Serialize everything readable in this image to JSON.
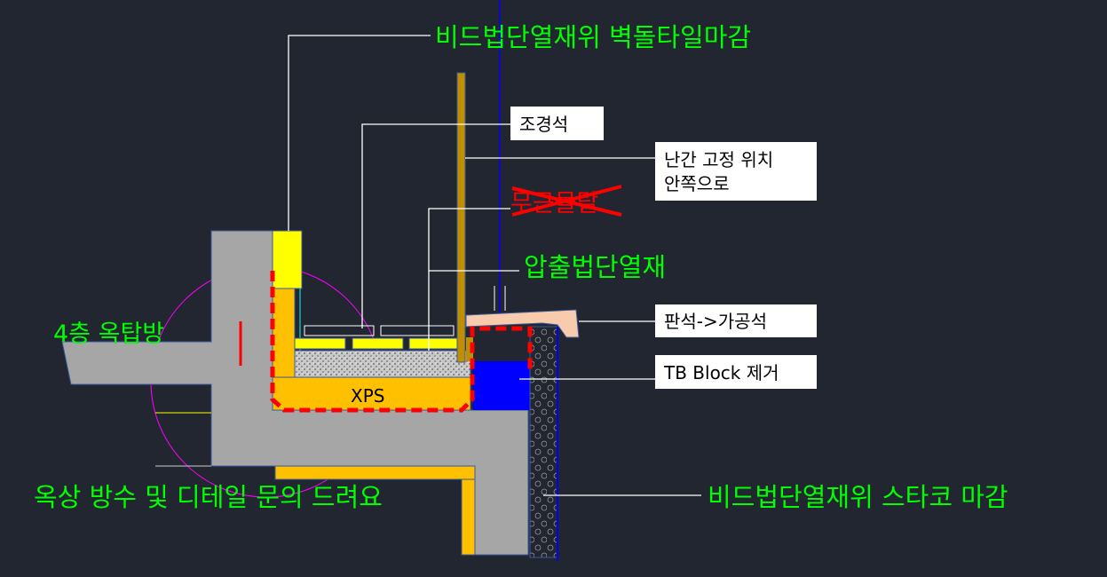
{
  "labels": {
    "top_wall_finish": "비드법단열재위 벽돌타일마감",
    "landscape_stone": "조경석",
    "railing_line1": "난간 고정 위치",
    "railing_line2": "안쪽으로",
    "mortar_struck": "무근몰탈",
    "xps_insulation": "압출법단열재",
    "floor_name": "4층 옥탑방",
    "stone_change": "판석->가공석",
    "tb_block": "TB Block 제거",
    "xps": "XPS",
    "question": "옥상 방수 및 디테일 문의 드려요",
    "stucco_finish": "비드법단열재위 스타코 마감"
  },
  "colors": {
    "background": "#212630",
    "annotation": "#00ff00",
    "concrete": "#a6a6a6",
    "insulation": "#ffc000",
    "markup": "#ff0000",
    "tb_block": "#0000ff",
    "stone": "#f8cbad"
  }
}
